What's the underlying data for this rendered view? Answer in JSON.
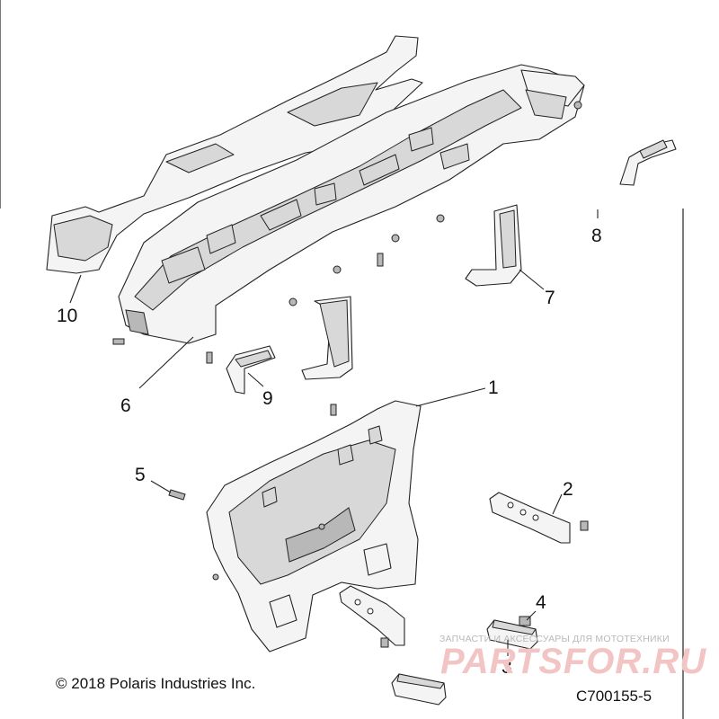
{
  "diagram": {
    "callouts": [
      {
        "id": "1",
        "label": "1"
      },
      {
        "id": "2",
        "label": "2"
      },
      {
        "id": "3",
        "label": "3"
      },
      {
        "id": "4",
        "label": "4"
      },
      {
        "id": "5",
        "label": "5"
      },
      {
        "id": "6",
        "label": "6"
      },
      {
        "id": "7",
        "label": "7"
      },
      {
        "id": "8",
        "label": "8"
      },
      {
        "id": "9",
        "label": "9"
      },
      {
        "id": "10",
        "label": "10"
      }
    ]
  },
  "footer": {
    "copyright": "© 2018 Polaris Industries Inc.",
    "drawing_id": "C700155-5"
  },
  "watermark": {
    "caption": "ЗАПЧАСТИ И АКСЕССУАРЫ ДЛЯ МОТОТЕХНИКИ",
    "logo_text": "PARTSFOR.RU"
  }
}
